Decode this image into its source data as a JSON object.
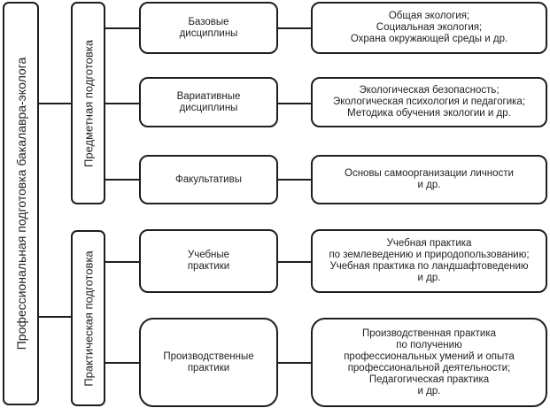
{
  "root": {
    "label": "Профессиональная подготовка бакалавра-эколога"
  },
  "branches": [
    {
      "label": "Предметная подготовка",
      "children": [
        {
          "label": "Базовые\nдисциплины",
          "details": "Общая экология;\nСоциальная экология;\nОхрана окружающей среды и др."
        },
        {
          "label": "Вариативные\nдисциплины",
          "details": "Экологическая безопасность;\nЭкологическая психология и педагогика;\nМетодика обучения экологии и др."
        },
        {
          "label": "Факультативы",
          "details": "Основы самоорганизации личности\nи др."
        }
      ]
    },
    {
      "label": "Практическая подготовка",
      "children": [
        {
          "label": "Учебные\nпрактики",
          "details": "Учебная практика\nпо землеведению и природопользованию;\nУчебная практика по ландшафтоведению\nи др."
        },
        {
          "label": "Производственные\nпрактики",
          "details": "Производственная практика\nпо получению\nпрофессиональных умений и опыта\nпрофессиональной деятельности;\nПедагогическая практика\nи др."
        }
      ]
    }
  ]
}
